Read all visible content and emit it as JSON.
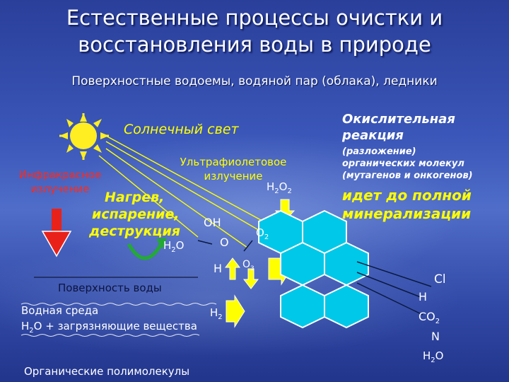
{
  "title_line1": "Естественные процессы очистки и",
  "title_line2": "восстановления воды в природе",
  "subtitle": "Поверхностные водоемы, водяной пар (облака), ледники",
  "sunlight": "Солнечный свет",
  "infrared_line1": "Инфракрасное",
  "infrared_line2": "излучение",
  "uv_line1": "Ультрафиолетовое",
  "uv_line2": "излучение",
  "heat_line1": "Нагрев,",
  "heat_line2": "испарение,",
  "heat_line3": "деструкция",
  "oxidation_line1": "Окислительная",
  "oxidation_line2": "реакция",
  "decomp_line1": "(разложение)",
  "decomp_line2": "органических молекул",
  "decomp_line3": "(мутагенов и онкогенов)",
  "mineral_line1": "идет до полной",
  "mineral_line2": "минерализации",
  "chem": {
    "h2o2_h": "H",
    "h2o2_2a": "2",
    "h2o2_o": "O",
    "h2o2_2b": "2",
    "oh": "OH",
    "o": "O",
    "o2_o": "O",
    "o2_2": "2",
    "h": "H",
    "o3_o": "O",
    "o3_3": "3",
    "h2_h": "H",
    "h2_2": "2",
    "h2o_h": "H",
    "h2o_2": "2",
    "h2o_o": "O",
    "cl": "Cl",
    "h_out": "H",
    "co2_co": "CO",
    "co2_2": "2",
    "n": "N",
    "h2o_out_h": "H",
    "h2o_out_2": "2",
    "h2o_out_o": "O"
  },
  "water_surface": "Поверхность воды",
  "water_env": "Водная среда",
  "water_formula_h": "H",
  "water_formula_2": "2",
  "water_formula_rest": "O + загрязняющие вещества",
  "polymolecules": "Органические полимолекулы",
  "colors": {
    "yellow": "#ffff00",
    "red": "#ff2a1a",
    "hex_fill": "#00c8e8",
    "sun": "#ffee22",
    "arrow_green": "#22aa33"
  }
}
